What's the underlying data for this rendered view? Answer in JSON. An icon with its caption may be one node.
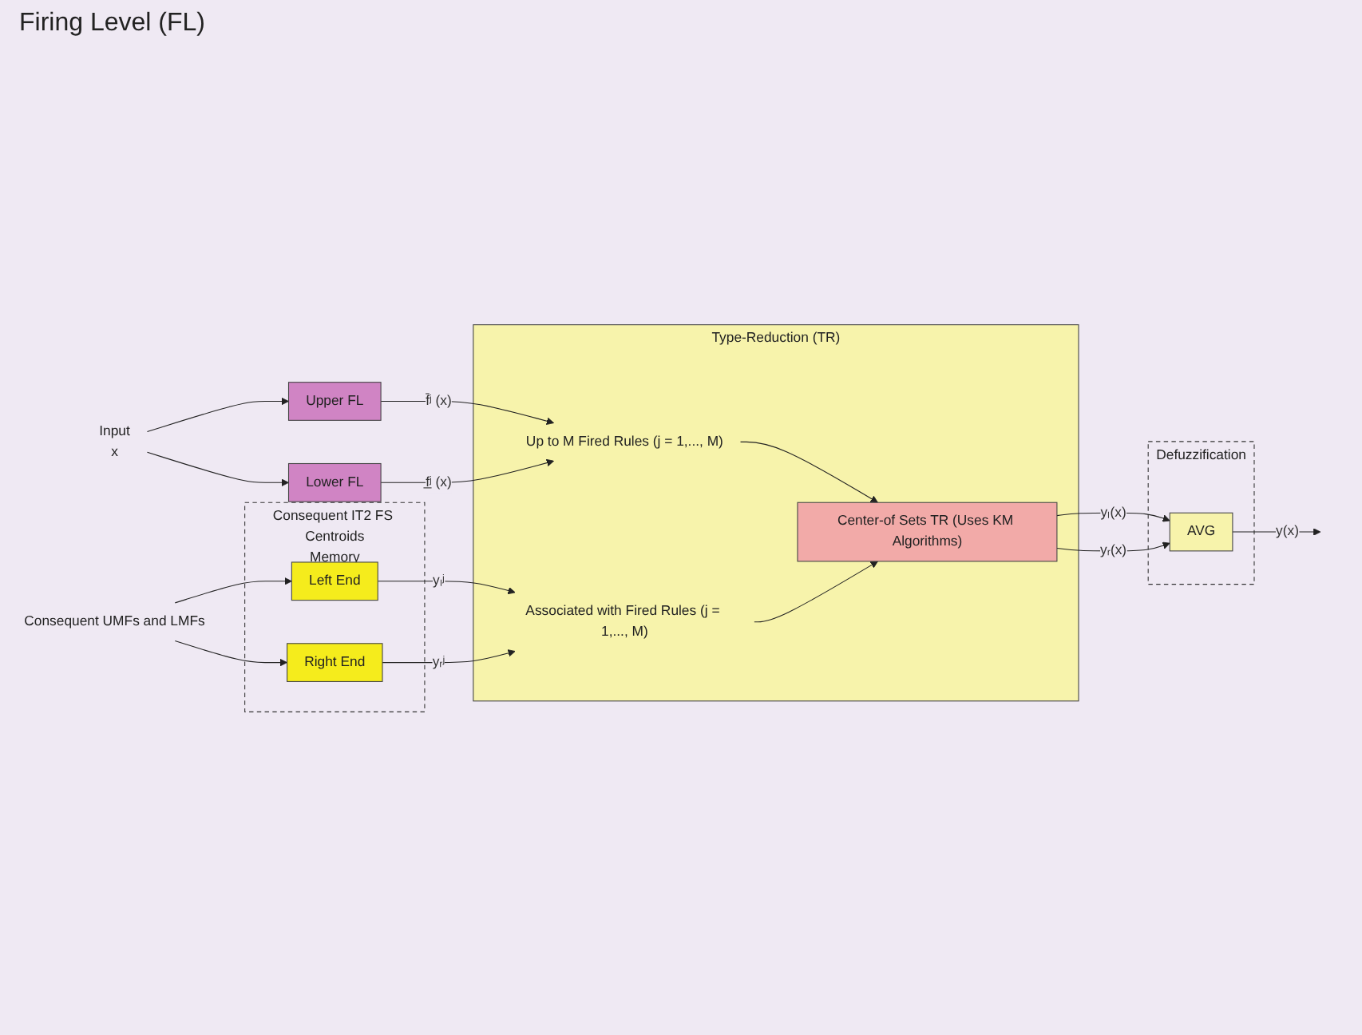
{
  "diagram": {
    "nodes": [
      {
        "text": [
          "Input",
          "x"
        ]
      },
      {
        "text": [
          "Upper FL"
        ]
      },
      {
        "text": [
          "Lower FL"
        ]
      },
      {
        "text": [
          "Type-Reduction (TR)"
        ]
      },
      {
        "text": [
          "Up to M Fired Rules (j = 1,..., M)"
        ],
        "in": 3
      },
      {
        "text": [
          "Center-of Sets TR (Uses KM Algorithms)"
        ],
        "in": 3
      },
      {
        "text": [
          "Associated with Fired Rules (j = 1,..., M)"
        ],
        "in": 3
      },
      {
        "text": [
          "Consequent IT2 FS Centroids",
          "Memory"
        ]
      },
      {
        "text": [
          "Left End"
        ],
        "in": 7
      },
      {
        "text": [
          "Right End"
        ],
        "in": 7
      },
      {
        "text": [
          "Consequent UMFs and LMFs"
        ]
      },
      {
        "text": [
          "Defuzzification"
        ]
      },
      {
        "text": [
          "AVG"
        ],
        "in": 11
      }
    ],
    "edges": [
      {
        "from": 0,
        "to": 1,
        "arrow": "to"
      },
      {
        "from": 0,
        "to": 2,
        "arrow": "to"
      },
      {
        "from": 1,
        "to": 4,
        "arrow": "to",
        "label": "f̄ʲ (x)"
      },
      {
        "from": 2,
        "to": 4,
        "arrow": "to",
        "label": "f̲ʲ (x)"
      },
      {
        "from": 4,
        "to": 5,
        "arrow": "to"
      },
      {
        "from": 6,
        "to": 5,
        "arrow": "to"
      },
      {
        "from": 10,
        "to": 8,
        "arrow": "to"
      },
      {
        "from": 10,
        "to": 9,
        "arrow": "to"
      },
      {
        "from": 8,
        "to": 6,
        "arrow": "to",
        "label": "yₗʲ"
      },
      {
        "from": 9,
        "to": 6,
        "arrow": "to",
        "label": "yᵣʲ"
      },
      {
        "from": 5,
        "to": 12,
        "arrow": "to",
        "label": "yₗ(x)"
      },
      {
        "from": 5,
        "to": 12,
        "arrow": "to",
        "label": "yᵣ(x)"
      },
      {
        "from": 12,
        "to": null,
        "arrow": "to",
        "label": "y(x)"
      }
    ],
    "labels": [
      "Firing Level (FL)"
    ]
  }
}
